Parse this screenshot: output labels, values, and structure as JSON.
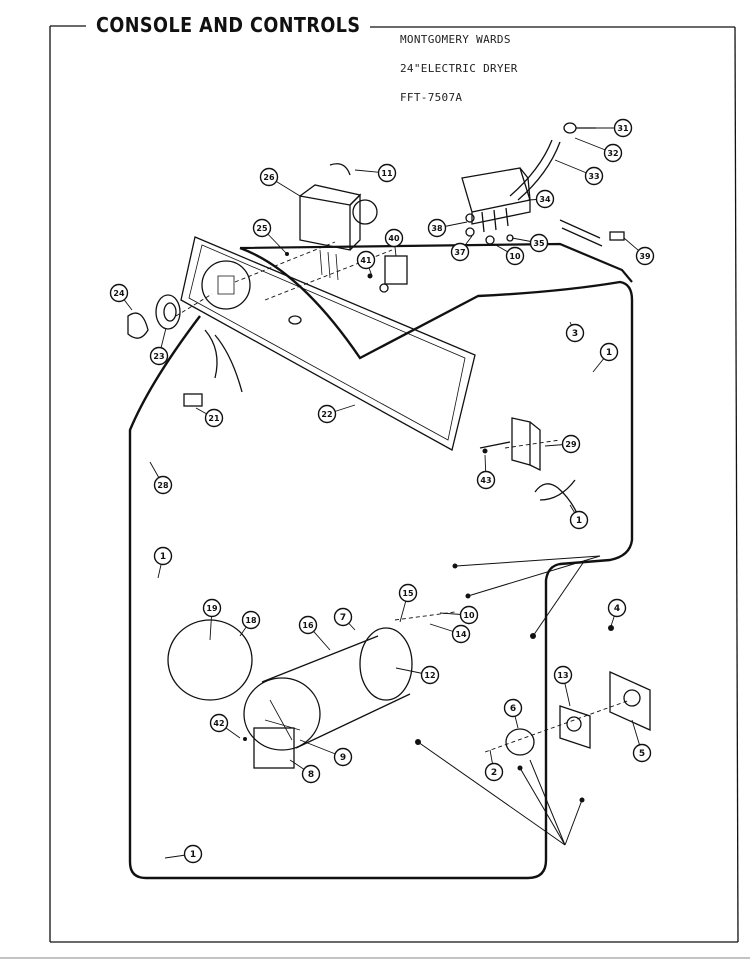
{
  "page": {
    "title": "CONSOLE AND CONTROLS",
    "header_lines": [
      "MONTGOMERY WARDS",
      "24\"ELECTRIC DRYER",
      "FFT-7507A"
    ]
  },
  "callouts": [
    "31",
    "32",
    "33",
    "11",
    "26",
    "34",
    "25",
    "38",
    "37",
    "10",
    "35",
    "39",
    "40",
    "41",
    "24",
    "3",
    "23",
    "1",
    "22",
    "21",
    "29",
    "43",
    "1",
    "28",
    "1",
    "4",
    "19",
    "18",
    "7",
    "15",
    "10",
    "14",
    "16",
    "12",
    "13",
    "6",
    "42",
    "9",
    "8",
    "2",
    "5",
    "1"
  ],
  "colors": {
    "ink": "#111111",
    "paper": "#ffffff"
  }
}
